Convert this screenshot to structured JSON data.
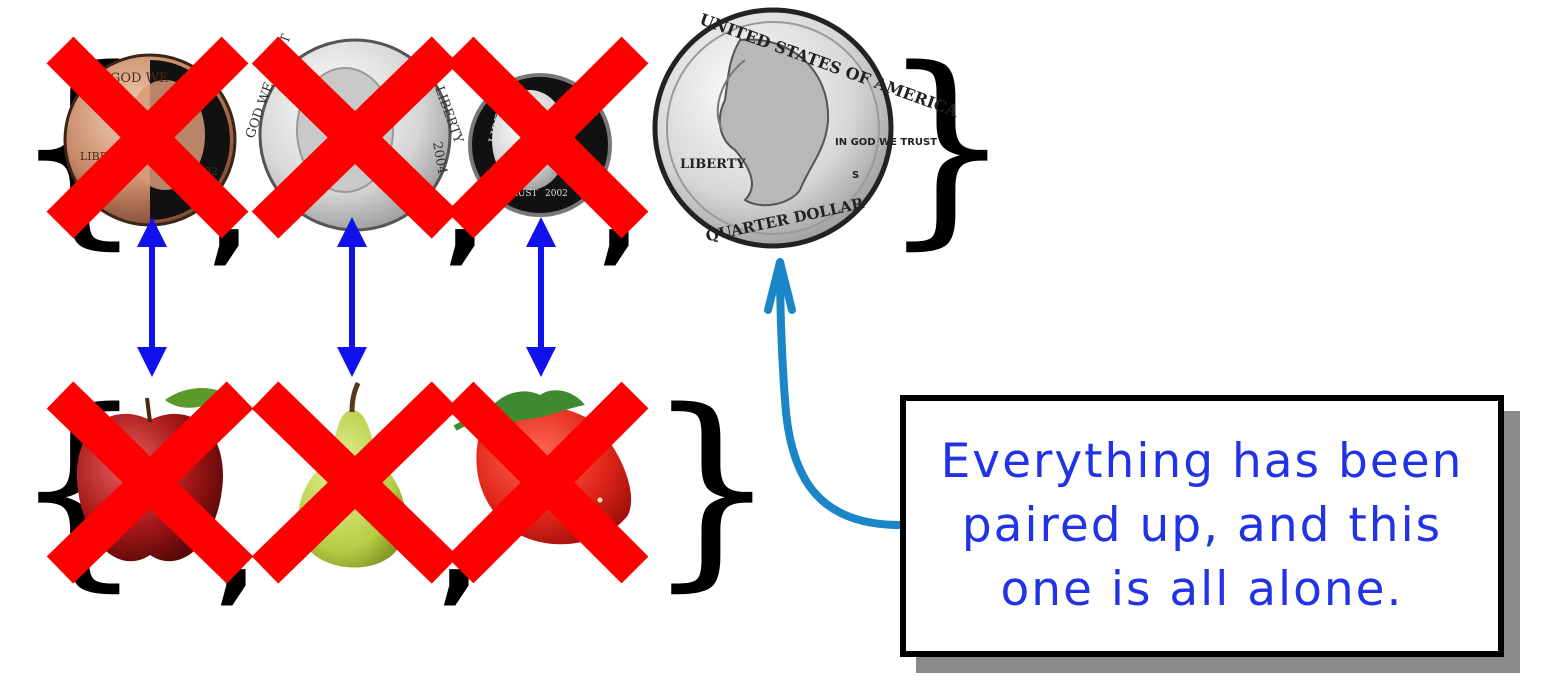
{
  "diagram": {
    "description_colors": {
      "cross": "#ff0000",
      "pair_arrow": "#1111ee",
      "pointer_arrow": "#1a86c8",
      "callout_text": "#2233e6",
      "shadow": "#8a8a8a"
    },
    "coin_set": {
      "open_brace": "{",
      "close_brace": "}",
      "items": [
        {
          "icon": "penny-coin-icon",
          "crossed": true,
          "inscriptions": [
            "GOD WE",
            "LIBERTY",
            "2002"
          ]
        },
        {
          "icon": "nickel-coin-icon",
          "crossed": true,
          "inscriptions": [
            "GOD WE TRUST",
            "LIBERTY",
            "2004"
          ]
        },
        {
          "icon": "dime-coin-icon",
          "crossed": true,
          "inscriptions": [
            "LIBERTY",
            "TRUST",
            "2002"
          ]
        },
        {
          "icon": "quarter-coin-icon",
          "crossed": false,
          "inscriptions": [
            "UNITED STATES OF AMERICA",
            "IN GOD WE TRUST",
            "LIBERTY",
            "QUARTER DOLLAR",
            "S"
          ]
        }
      ],
      "separators": [
        ",",
        ",",
        ","
      ]
    },
    "fruit_set": {
      "open_brace": "{",
      "close_brace": "}",
      "items": [
        {
          "icon": "apple-icon",
          "crossed": true
        },
        {
          "icon": "pear-icon",
          "crossed": true
        },
        {
          "icon": "strawberry-icon",
          "crossed": true
        }
      ],
      "separators": [
        ",",
        ","
      ]
    },
    "callout": {
      "line1": "Everything has been",
      "line2": "paired up, and this",
      "line3": "one is all alone."
    }
  }
}
